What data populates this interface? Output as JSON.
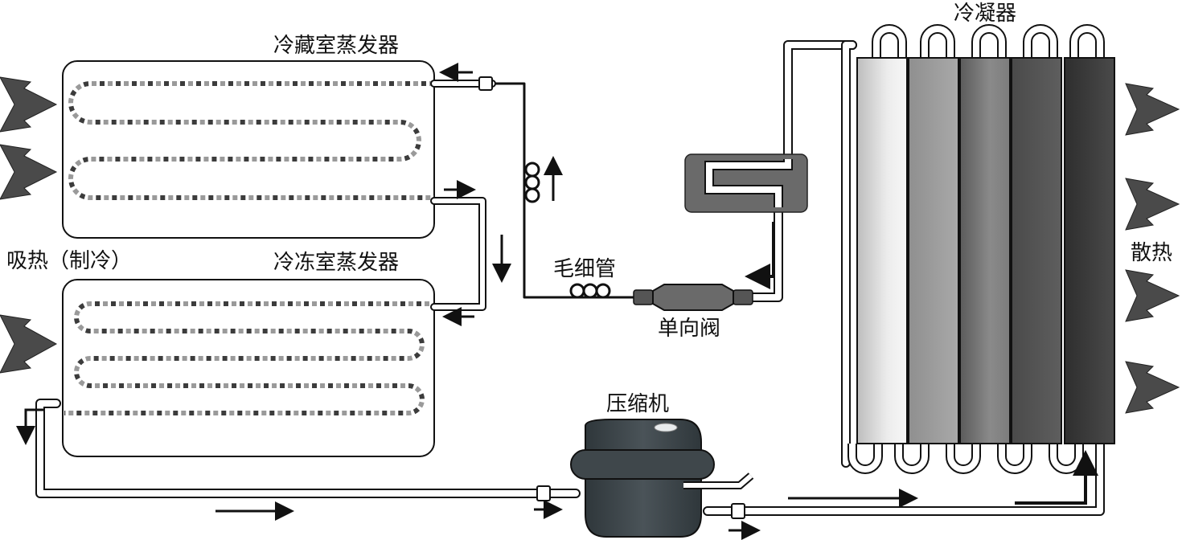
{
  "labels": {
    "fridge_evaporator": "冷藏室蒸发器",
    "freezer_evaporator": "冷冻室蒸发器",
    "heat_absorb": "吸热（制冷）",
    "capillary": "毛细管",
    "check_valve": "单向阀",
    "compressor": "压缩机",
    "condenser": "冷凝器",
    "heat_release": "散热"
  },
  "colors": {
    "outline": "#111111",
    "condenser_tubes": [
      "#d6d6d6",
      "#a8a8a8",
      "#7a7a7a",
      "#555555",
      "#3a3a3a"
    ],
    "coil_light": "#9a9a9a",
    "coil_dark": "#3c3c3c",
    "arrow_fill": "#4a4a4a",
    "device_fill": "#6a6a6a",
    "compressor_fill": "#3d4448"
  }
}
